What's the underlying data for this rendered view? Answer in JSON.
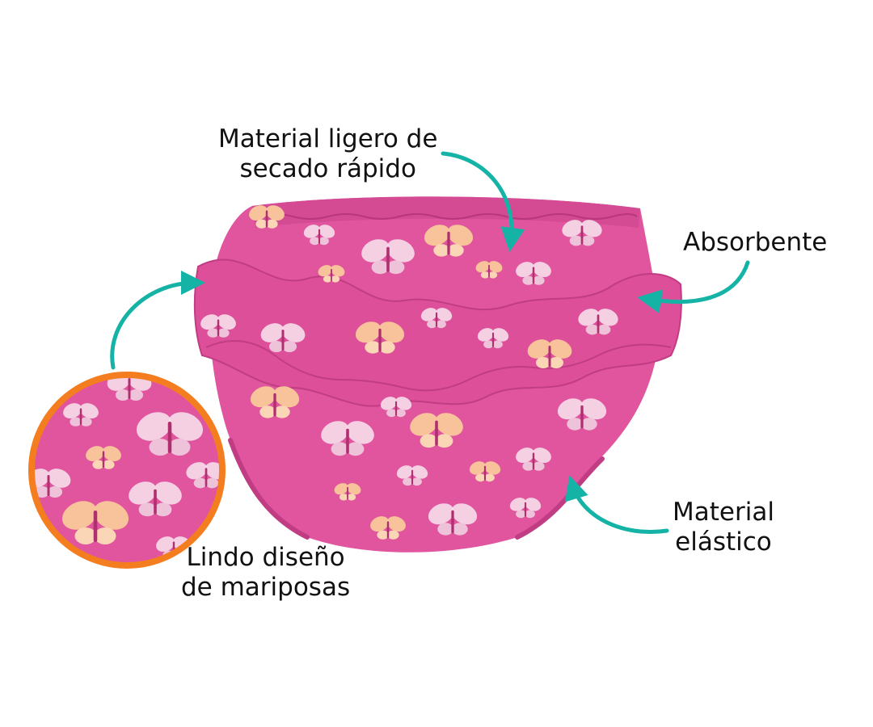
{
  "colors": {
    "fabric": "#e0559e",
    "fabric_dark": "#c13d83",
    "butterfly_white": "#f6dbe9",
    "butterfly_peach": "#f8c29a",
    "arrow": "#15b3a6",
    "zoom_ring": "#f47d20",
    "text": "#111111"
  },
  "callouts": {
    "quick_dry": {
      "line1": "Material ligero de",
      "line2": "secado rápido"
    },
    "absorbent": {
      "line1": "Absorbente"
    },
    "elastic": {
      "line1": "Material",
      "line2": "elástico"
    },
    "butterflies": {
      "line1": "Lindo diseño",
      "line2": "de mariposas"
    }
  },
  "icons": [
    "butterfly-icon",
    "curved-arrow-icon",
    "zoom-circle"
  ]
}
